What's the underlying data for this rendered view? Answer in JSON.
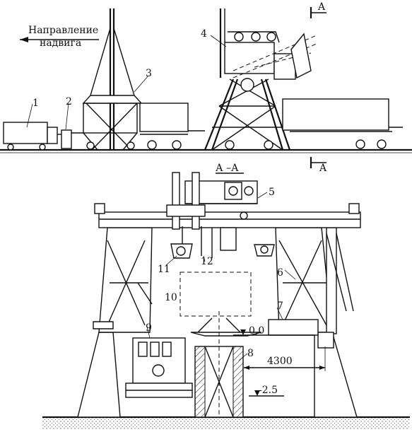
{
  "direction": {
    "line1": "Направление",
    "line2": "надвига"
  },
  "section_marks": {
    "top": "A",
    "bottom": "A",
    "view_title": "А –А"
  },
  "callouts": {
    "c1": "1",
    "c2": "2",
    "c3": "3",
    "c4": "4",
    "c5": "5",
    "c6": "6",
    "c7": "7",
    "c8": "8",
    "c9": "9",
    "c10": "10",
    "c11": "11",
    "c12": "12"
  },
  "levels": {
    "zero": "0,0",
    "minus": "-2.5"
  },
  "dimension": "4300"
}
